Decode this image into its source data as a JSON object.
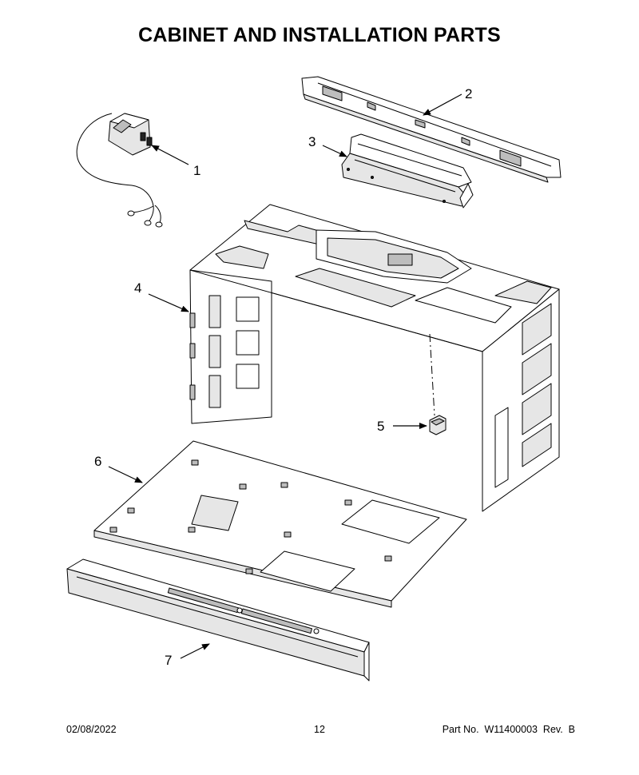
{
  "header": {
    "title": "CABINET AND INSTALLATION PARTS"
  },
  "callouts": [
    "1",
    "2",
    "3",
    "4",
    "5",
    "6",
    "7"
  ],
  "footer": {
    "date": "02/08/2022",
    "page": "12",
    "part_info": "Part No.  W11400003  Rev.  B"
  }
}
